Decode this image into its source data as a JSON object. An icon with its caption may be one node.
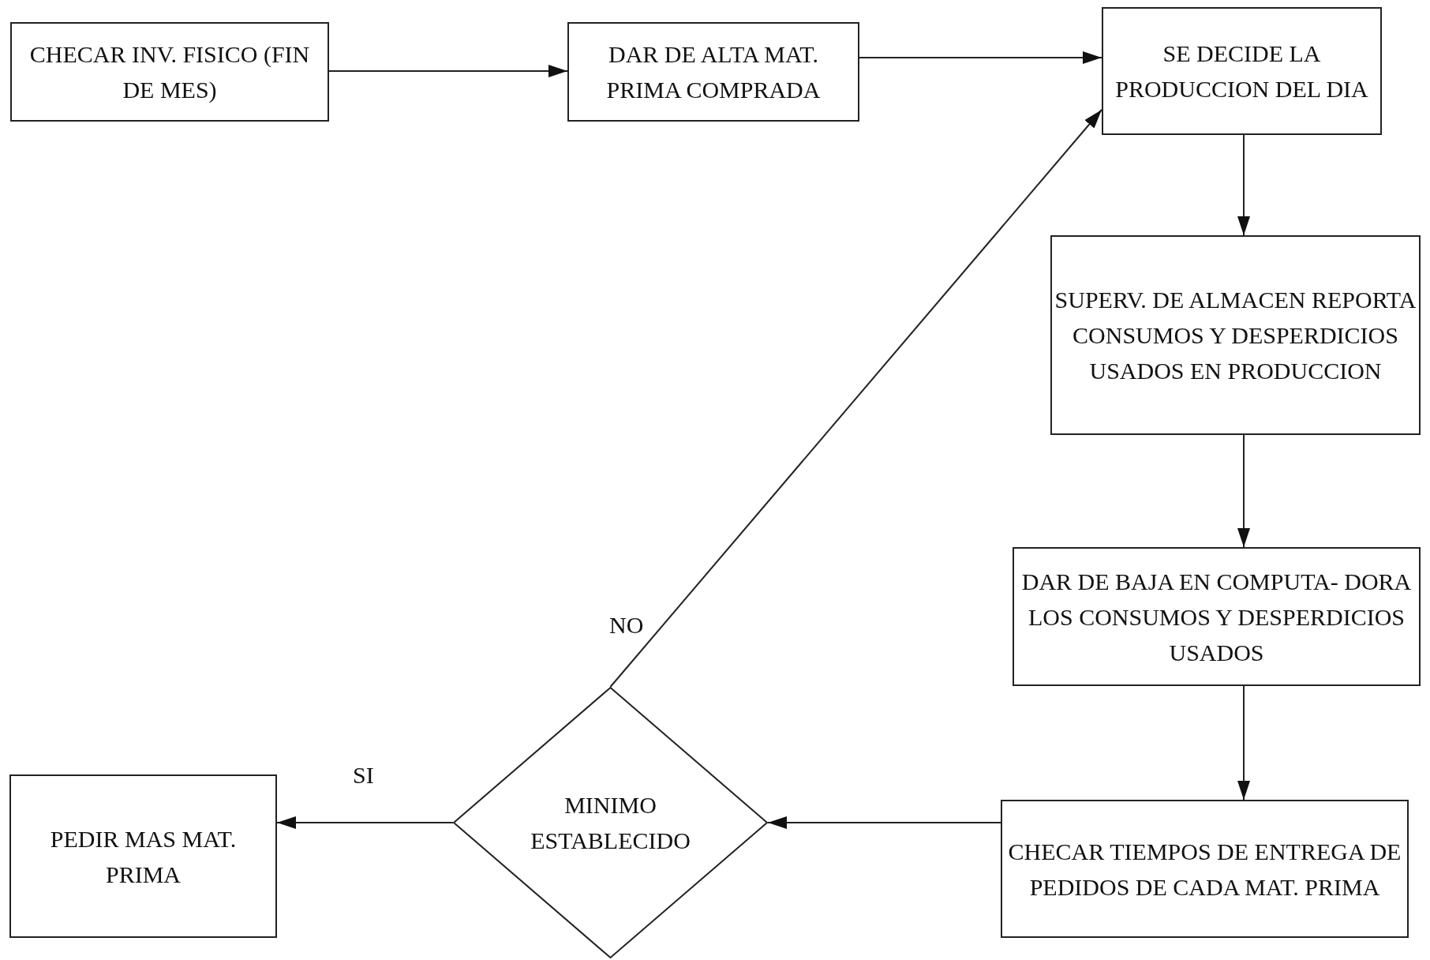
{
  "diagram": {
    "nodes": [
      {
        "text": [
          "CHECAR INV. FISICO (FIN DE MES)"
        ]
      },
      {
        "text": [
          "DAR DE ALTA MAT. PRIMA COMPRADA"
        ]
      },
      {
        "text": [
          "SE DECIDE LA PRODUCCION DEL DIA"
        ]
      },
      {
        "text": [
          "SUPERV. DE ALMACEN REPORTA CONSUMOS Y DESPERDICIOS USADOS EN PRODUCCION"
        ]
      },
      {
        "text": [
          "DAR DE BAJA EN COMPUTA- DORA LOS CONSUMOS Y DESPERDICIOS USADOS"
        ]
      },
      {
        "text": [
          "CHECAR TIEMPOS DE ENTREGA DE PEDIDOS DE CADA MAT. PRIMA"
        ]
      },
      {
        "text": [
          "MINIMO ESTABLECIDO"
        ]
      },
      {
        "text": [
          "PEDIR MAS MAT. PRIMA"
        ]
      }
    ],
    "edges": [
      {
        "from": 0,
        "to": 1,
        "arrow": "to"
      },
      {
        "from": 1,
        "to": 2,
        "arrow": "to"
      },
      {
        "from": 2,
        "to": 3,
        "arrow": "to"
      },
      {
        "from": 3,
        "to": 4,
        "arrow": "to"
      },
      {
        "from": 4,
        "to": 5,
        "arrow": "to"
      },
      {
        "from": 5,
        "to": 6,
        "arrow": "to"
      },
      {
        "from": 6,
        "to": 7,
        "arrow": "to",
        "label": "SI"
      },
      {
        "from": 6,
        "to": 2,
        "arrow": "to",
        "label": "NO"
      }
    ]
  }
}
